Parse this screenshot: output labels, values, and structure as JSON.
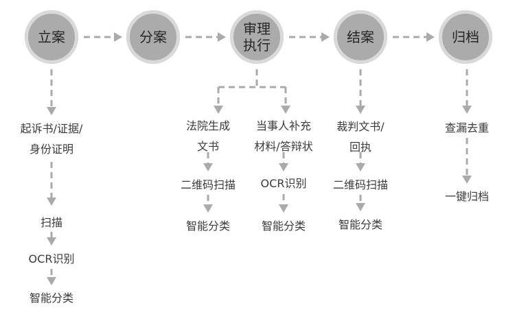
{
  "stages": [
    {
      "id": "lian",
      "lines": [
        "立案"
      ]
    },
    {
      "id": "fenan",
      "lines": [
        "分案"
      ]
    },
    {
      "id": "shenli",
      "lines": [
        "审理",
        "执行"
      ]
    },
    {
      "id": "jiean",
      "lines": [
        "结案"
      ]
    },
    {
      "id": "guidang",
      "lines": [
        "归档"
      ]
    }
  ],
  "steps": {
    "lian": [
      "起诉书/证据/身份证明",
      "扫描",
      "OCR识别",
      "智能分类"
    ],
    "court_docs": [
      "法院生成文书",
      "二维码扫描",
      "智能分类"
    ],
    "party_materials": [
      "当事人补充材料/答辩状",
      "OCR识别",
      "智能分类"
    ],
    "jiean": [
      "裁判文书/回执",
      "二维码扫描",
      "智能分类"
    ],
    "guidang": [
      "查漏去重",
      "一键归档"
    ]
  },
  "text_lines": {
    "lian_0": [
      "起诉书/证据/",
      "身份证明"
    ],
    "court_0": [
      "法院生成",
      "文书"
    ],
    "party_0": [
      "当事人补充",
      "材料/答辩状"
    ],
    "jiean_0": [
      "裁判文书/",
      "回执"
    ]
  },
  "colors": {
    "arrow": "#aaaaaa",
    "circle_fill": "#ababab",
    "circle_ring": "#d9d9d9",
    "text": "#3a3a3a"
  }
}
